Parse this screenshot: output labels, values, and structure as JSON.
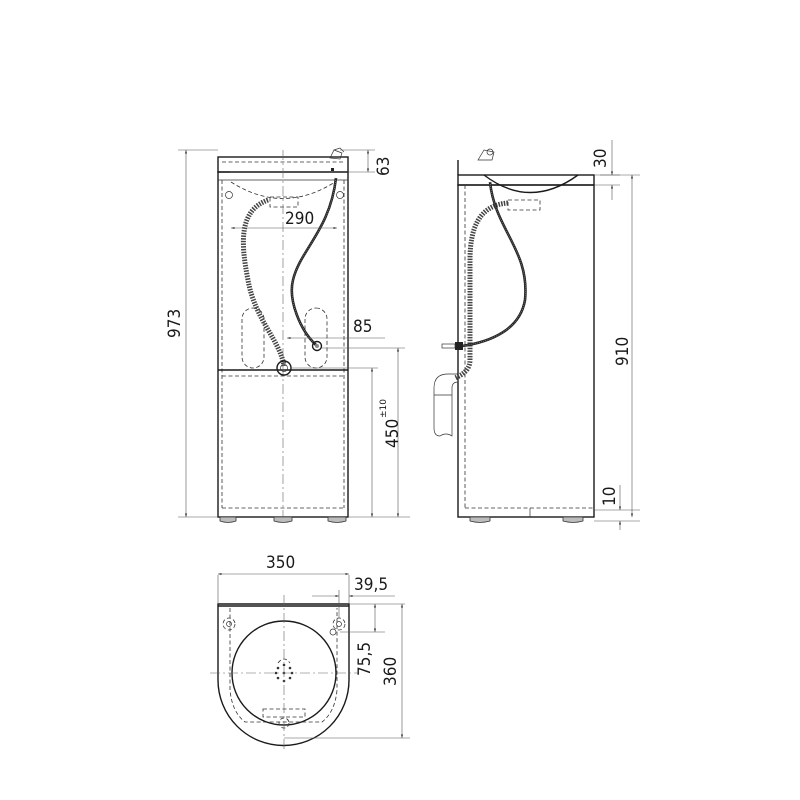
{
  "drawing": {
    "subject": "Wash basin cabinet with faucet",
    "views": [
      "front-view",
      "side-view",
      "top-view"
    ]
  },
  "front_view": {
    "dimensions": {
      "total_height": "973",
      "faucet_height": "63",
      "bowl_width": "290",
      "inlet_offset": "85",
      "drain_height": "450",
      "drain_height_tolerance": "±10"
    }
  },
  "side_view": {
    "dimensions": {
      "top_thickness": "30",
      "body_height": "910",
      "foot_height": "10"
    }
  },
  "top_view": {
    "dimensions": {
      "width": "350",
      "hole_offset": "39,5",
      "hole_depth": "75,5",
      "depth": "360"
    }
  },
  "colors": {
    "line": "#1a1a1a",
    "dimension_line": "#555555",
    "foot_fill": "#bdbdbd",
    "background": "#ffffff"
  }
}
